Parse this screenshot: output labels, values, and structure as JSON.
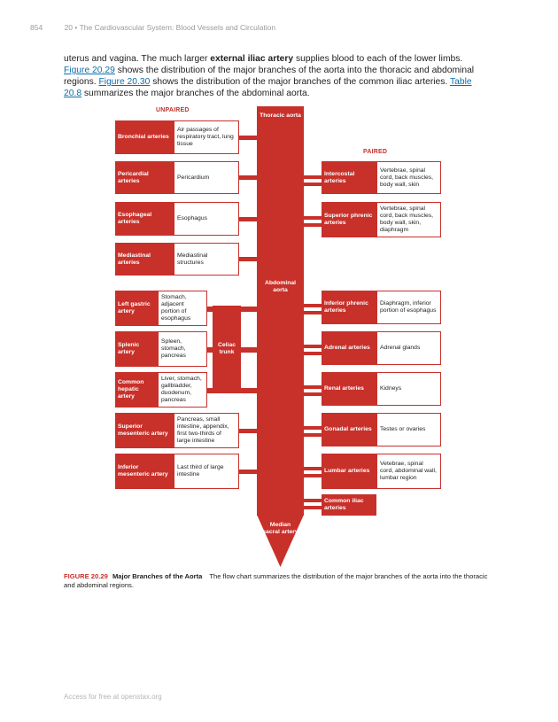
{
  "header": {
    "page_number": "854",
    "chapter": "20 • The Cardiovascular System: Blood Vessels and Circulation"
  },
  "paragraph": {
    "t1": "uterus and vagina. The much larger ",
    "bold": "external iliac artery",
    "t2": " supplies blood to each of the lower limbs. ",
    "link1": "Figure 20.29",
    "t3": " shows the distribution of the major branches of the aorta into the thoracic and abdominal regions. ",
    "link2": "Figure 20.30",
    "t4": " shows the distribution of the major branches of the common iliac arteries. ",
    "link3": "Table 20.8",
    "t5": " summarizes the major branches of the abdominal aorta."
  },
  "diagram": {
    "unpaired_label": "UNPAIRED",
    "paired_label": "PAIRED",
    "thoracic_aorta": "Thoracic aorta",
    "abdominal_aorta": "Abdominal aorta",
    "median_sacral": "Median sacral artery",
    "celiac_trunk": "Celiac trunk",
    "left_unpaired": [
      {
        "artery": "Bronchial arteries",
        "target": "Air passages of respiratory tract, lung tissue"
      },
      {
        "artery": "Pericardial arteries",
        "target": "Pericardium"
      },
      {
        "artery": "Esophageal arteries",
        "target": "Esophagus"
      },
      {
        "artery": "Mediastinal arteries",
        "target": "Mediastinal structures"
      }
    ],
    "celiac_branches": [
      {
        "artery": "Left gastric artery",
        "target": "Stomach, adjacent portion of esophagus"
      },
      {
        "artery": "Splenic artery",
        "target": "Spleen, stomach, pancreas"
      },
      {
        "artery": "Common hepatic artery",
        "target": "Liver, stomach, gallbladder, duodenum, pancreas"
      }
    ],
    "mesenteric": [
      {
        "artery": "Superior mesenteric artery",
        "target": "Pancreas, small intestine, appendix, first two-thirds of large intestine"
      },
      {
        "artery": "Inferior mesenteric artery",
        "target": "Last third of large intestine"
      }
    ],
    "right_paired": [
      {
        "artery": "Intercostal arteries",
        "target": "Vertebrae, spinal cord, back muscles, body wall, skin"
      },
      {
        "artery": "Superior phrenic arteries",
        "target": "Vertebrae, spinal cord, back muscles, body wall, skin, diaphragm"
      },
      {
        "artery": "Inferior phrenic arteries",
        "target": "Diaphragm, inferior portion of esophagus"
      },
      {
        "artery": "Adrenal arteries",
        "target": "Adrenal glands"
      },
      {
        "artery": "Renal arteries",
        "target": "Kidneys"
      },
      {
        "artery": "Gonadal arteries",
        "target": "Testes or ovaries"
      },
      {
        "artery": "Lumbar arteries",
        "target": "Vetebrae, spinal cord, abdominal wall, lumbar region"
      },
      {
        "artery": "Common iliac arteries",
        "target": ""
      }
    ]
  },
  "caption": {
    "figure": "FIGURE 20.29",
    "title": "Major Branches of the Aorta",
    "text": "The flow chart summarizes the distribution of the major branches of the aorta into the thoracic and abdominal regions."
  },
  "footer": "Access for free at openstax.org",
  "colors": {
    "accent": "#c8302a",
    "link": "#0c6ea8"
  }
}
